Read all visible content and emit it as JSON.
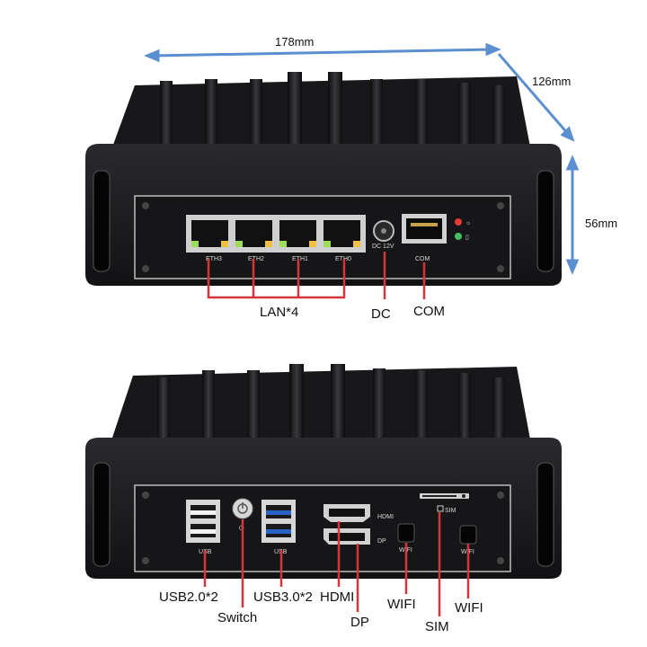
{
  "dimensions": {
    "width": "178mm",
    "depth": "126mm",
    "height": "56mm"
  },
  "top_panel": {
    "port_labels": [
      "ETH3",
      "ETH2",
      "ETH1",
      "ETH0",
      "DC 12V",
      "COM"
    ],
    "callouts": {
      "lan": "LAN*4",
      "dc": "DC",
      "com": "COM"
    }
  },
  "bottom_panel": {
    "port_labels": [
      "USB",
      "USB",
      "HDMI",
      "DP",
      "WIFI",
      "SIM",
      "WIFI"
    ],
    "callouts": {
      "usb2": "USB2.0*2",
      "switch": "Switch",
      "usb3": "USB3.0*2",
      "hdmi": "HDMI",
      "dp": "DP",
      "wifi_left": "WIFI",
      "sim": "SIM",
      "wifi_right": "WIFI"
    }
  },
  "colors": {
    "callout_line": "#d8343c",
    "dimension_line": "#5b8fd0",
    "usb3_port": "#2b62c8",
    "chassis": "#1c1c1e"
  }
}
